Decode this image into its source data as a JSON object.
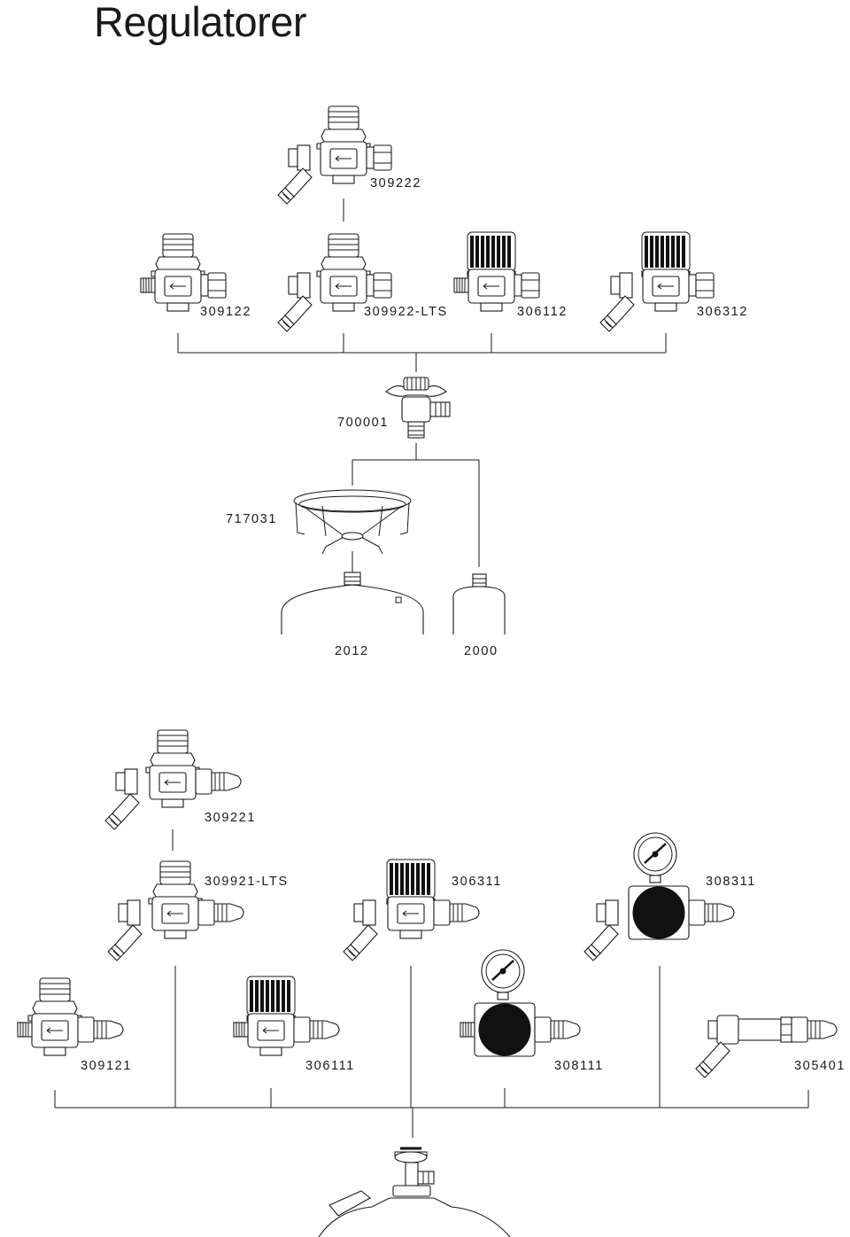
{
  "title": "Regulatorer",
  "labels": {
    "r309222": "309222",
    "r309122": "309122",
    "r309922_lts": "309922-LTS",
    "r306112": "306112",
    "r306312": "306312",
    "v700001": "700001",
    "h717031": "717031",
    "c2012": "2012",
    "c2000": "2000",
    "r309221": "309221",
    "r309921_lts": "309921-LTS",
    "r306311": "306311",
    "r308311": "308311",
    "r309121": "309121",
    "r306111": "306111",
    "r308111": "308111",
    "r305401": "305401"
  },
  "colors": {
    "line": "#1a1a1a",
    "background": "#ffffff"
  }
}
